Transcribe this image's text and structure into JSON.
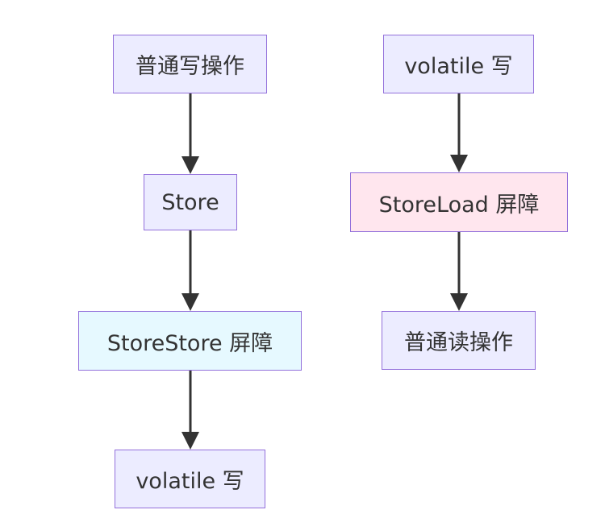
{
  "colors": {
    "node_fill": "#ececff",
    "node_border": "#9370db",
    "storestore_fill": "#e6f9ff",
    "storeload_fill": "#ffe6ee",
    "edge": "#333333",
    "text": "#333333"
  },
  "left_chain": {
    "normal_write": "普通写操作",
    "store": "Store",
    "storestore_barrier": "StoreStore 屏障",
    "volatile_write": "volatile 写"
  },
  "right_chain": {
    "volatile_write": "volatile 写",
    "storeload_barrier": "StoreLoad 屏障",
    "normal_read": "普通读操作"
  },
  "edges": [
    {
      "from": "left_chain.normal_write",
      "to": "left_chain.store"
    },
    {
      "from": "left_chain.store",
      "to": "left_chain.storestore_barrier"
    },
    {
      "from": "left_chain.storestore_barrier",
      "to": "left_chain.volatile_write"
    },
    {
      "from": "right_chain.volatile_write",
      "to": "right_chain.storeload_barrier"
    },
    {
      "from": "right_chain.storeload_barrier",
      "to": "right_chain.normal_read"
    }
  ]
}
